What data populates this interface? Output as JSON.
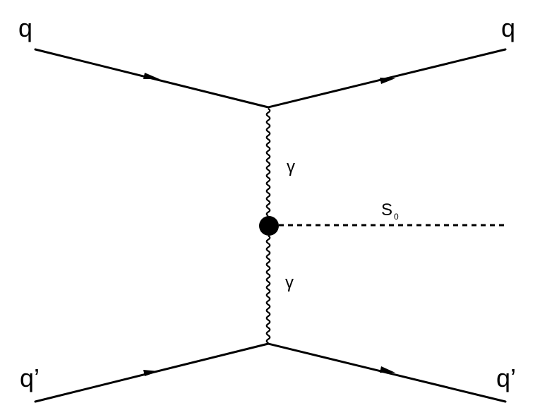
{
  "labels": {
    "quark_in_top": "q",
    "quark_out_top": "q",
    "quark_in_bottom": "q’",
    "quark_out_bottom": "q’",
    "photon_upper": "γ",
    "photon_lower": "γ",
    "scalar_main": "S",
    "scalar_subscript": "0"
  },
  "colors": {
    "ink": "#000000",
    "background": "#ffffff"
  }
}
